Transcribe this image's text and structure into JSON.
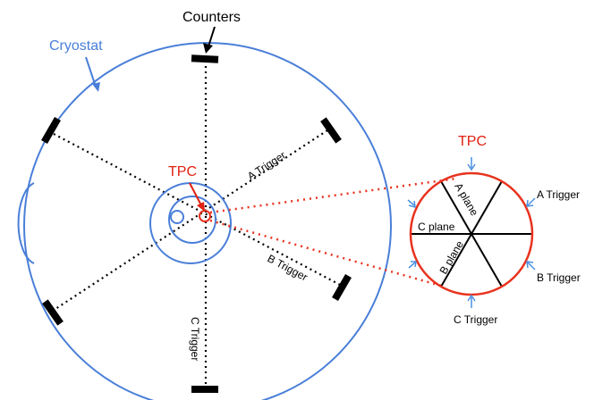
{
  "labels": {
    "counters": "Counters",
    "cryostat": "Cryostat",
    "tpc_main": "TPC",
    "a_trigger_main": "A Trigger",
    "b_trigger_main": "B Trigger",
    "c_trigger_main": "C Trigger",
    "tpc_zoom": "TPC",
    "a_plane": "A plane",
    "b_plane": "B plane",
    "c_plane": "C plane",
    "a_trigger_zoom": "A Trigger",
    "b_trigger_zoom": "B Trigger",
    "c_trigger_zoom": "C Trigger"
  },
  "colors": {
    "cryostat": "#4a7fd8",
    "tpc": "#e8321e",
    "black": "#000000",
    "arrow_blue": "#4a90e2",
    "label_red": "#e02010"
  }
}
